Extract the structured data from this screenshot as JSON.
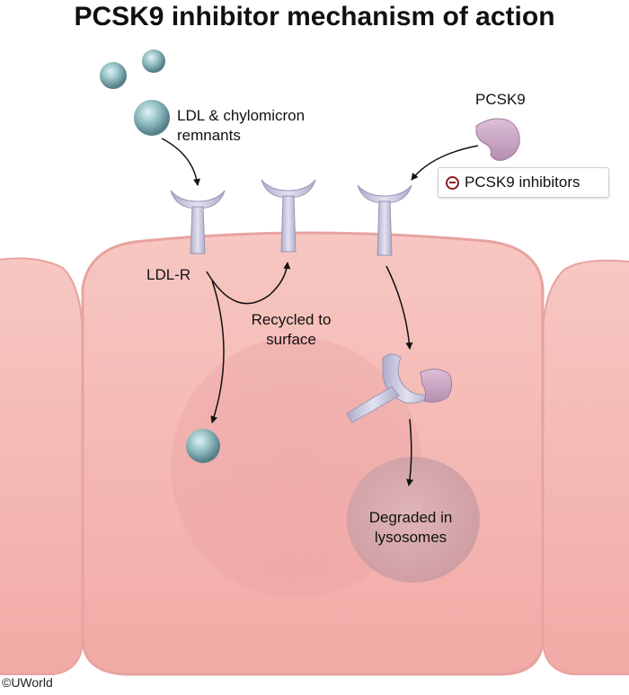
{
  "title": "PCSK9 inhibitor mechanism of action",
  "labels": {
    "ldl_line1": "LDL & chylomicron",
    "ldl_line2": "remnants",
    "pcsk9": "PCSK9",
    "inhibitors": "PCSK9 inhibitors",
    "ldl_r": "LDL-R",
    "recycled_line1": "Recycled to",
    "recycled_line2": "surface",
    "degraded_line1": "Degraded in",
    "degraded_line2": "lysosomes"
  },
  "copyright": "©UWorld",
  "icons": [
    "lipoprotein-particle-icon",
    "ldl-receptor-icon",
    "pcsk9-protein-icon",
    "inhibition-minus-icon"
  ],
  "colors": {
    "cell": "#f4b8b4",
    "cell_edge": "#e89c98",
    "nucleus": "#e8a3a2",
    "lysosome": "#cfa3a8",
    "receptor": "#c5c3dc",
    "pcsk9": "#c9a6c4",
    "inhibit_symbol": "#8a1e1e"
  }
}
